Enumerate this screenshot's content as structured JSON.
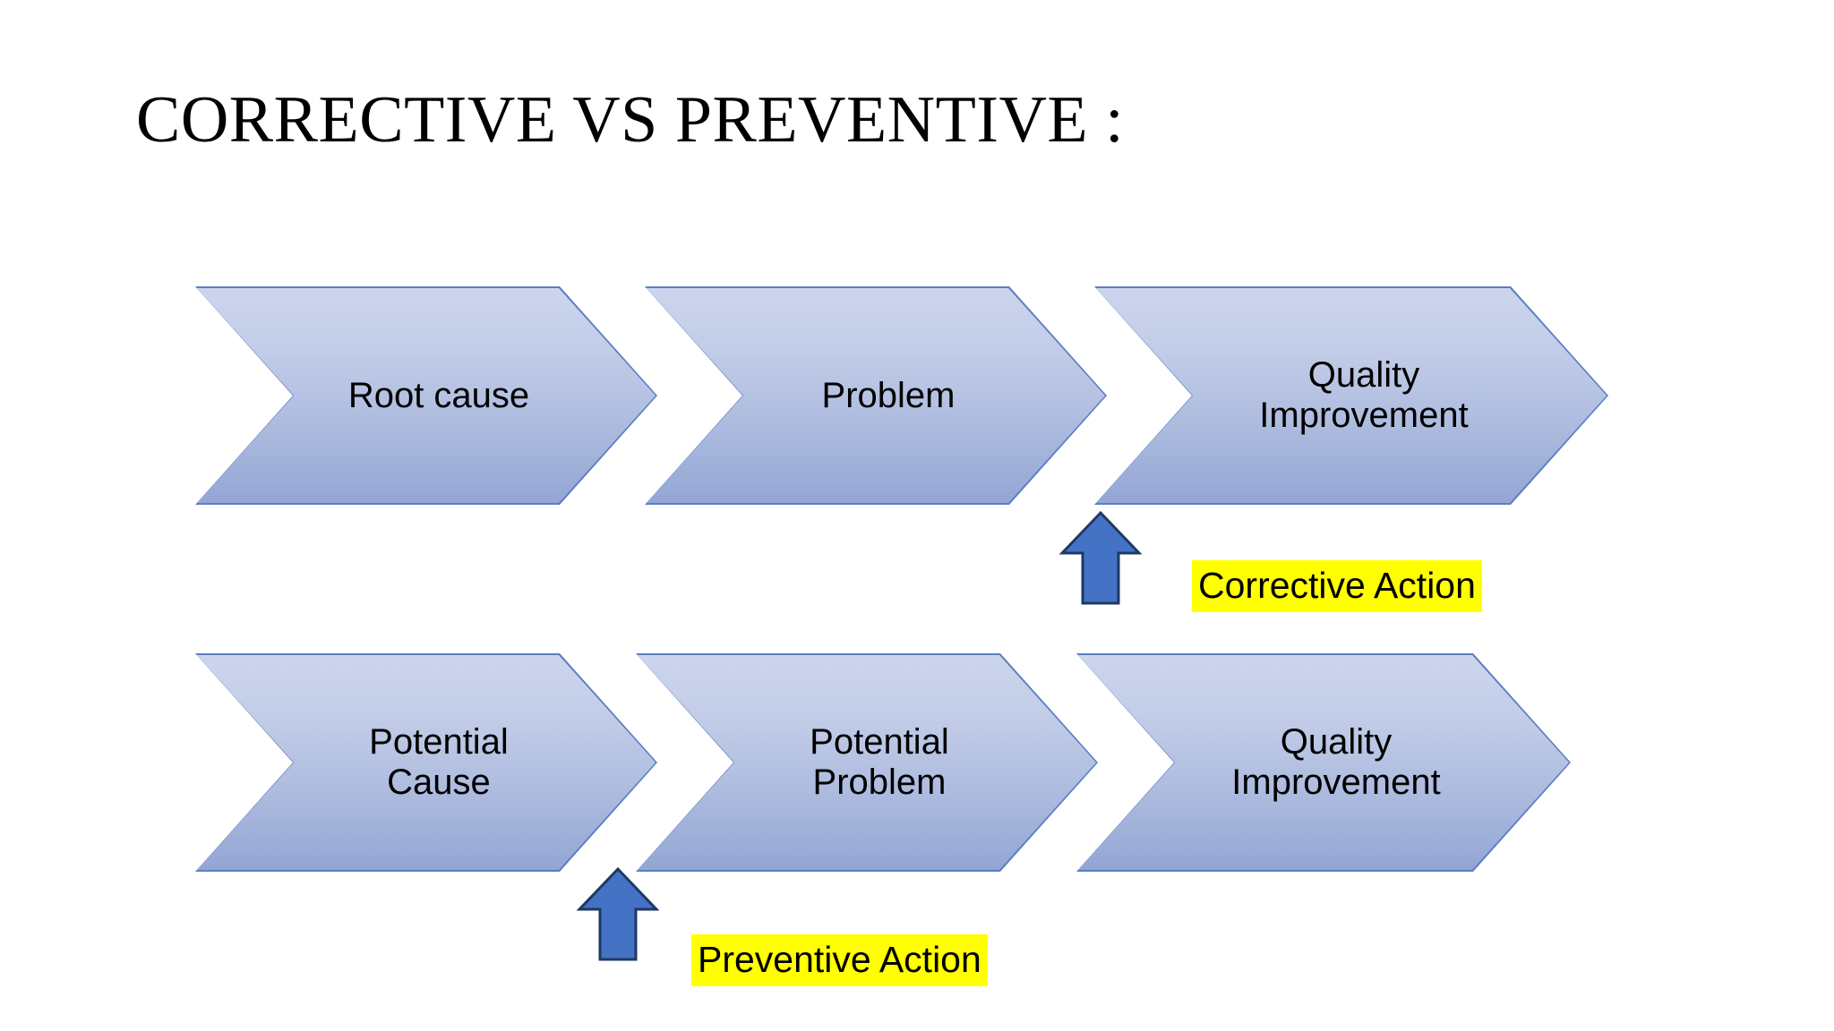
{
  "slide": {
    "background_color": "#FFFFFF",
    "title": "CORRECTIVE VS PREVENTIVE :"
  },
  "theme": {
    "chevron_fill_top": "#CCD5EC",
    "chevron_fill_bottom": "#93A6D4",
    "chevron_border": "#5B7EC2",
    "arrow_fill": "#4472C4",
    "arrow_border": "#1F3864",
    "highlight_color": "#FFFF00",
    "text_color": "#000000"
  },
  "rows": [
    {
      "name": "corrective-flow",
      "steps": [
        {
          "label": "Root cause"
        },
        {
          "label": "Problem"
        },
        {
          "label": "Quality\nImprovement"
        }
      ],
      "annotation": {
        "label": "Corrective Action",
        "arrow": "up-arrow",
        "points_to": "Quality Improvement"
      }
    },
    {
      "name": "preventive-flow",
      "steps": [
        {
          "label": "Potential\nCause"
        },
        {
          "label": "Potential\nProblem"
        },
        {
          "label": "Quality\nImprovement"
        }
      ],
      "annotation": {
        "label": "Preventive Action",
        "arrow": "up-arrow",
        "points_to": "Potential Cause"
      }
    }
  ]
}
